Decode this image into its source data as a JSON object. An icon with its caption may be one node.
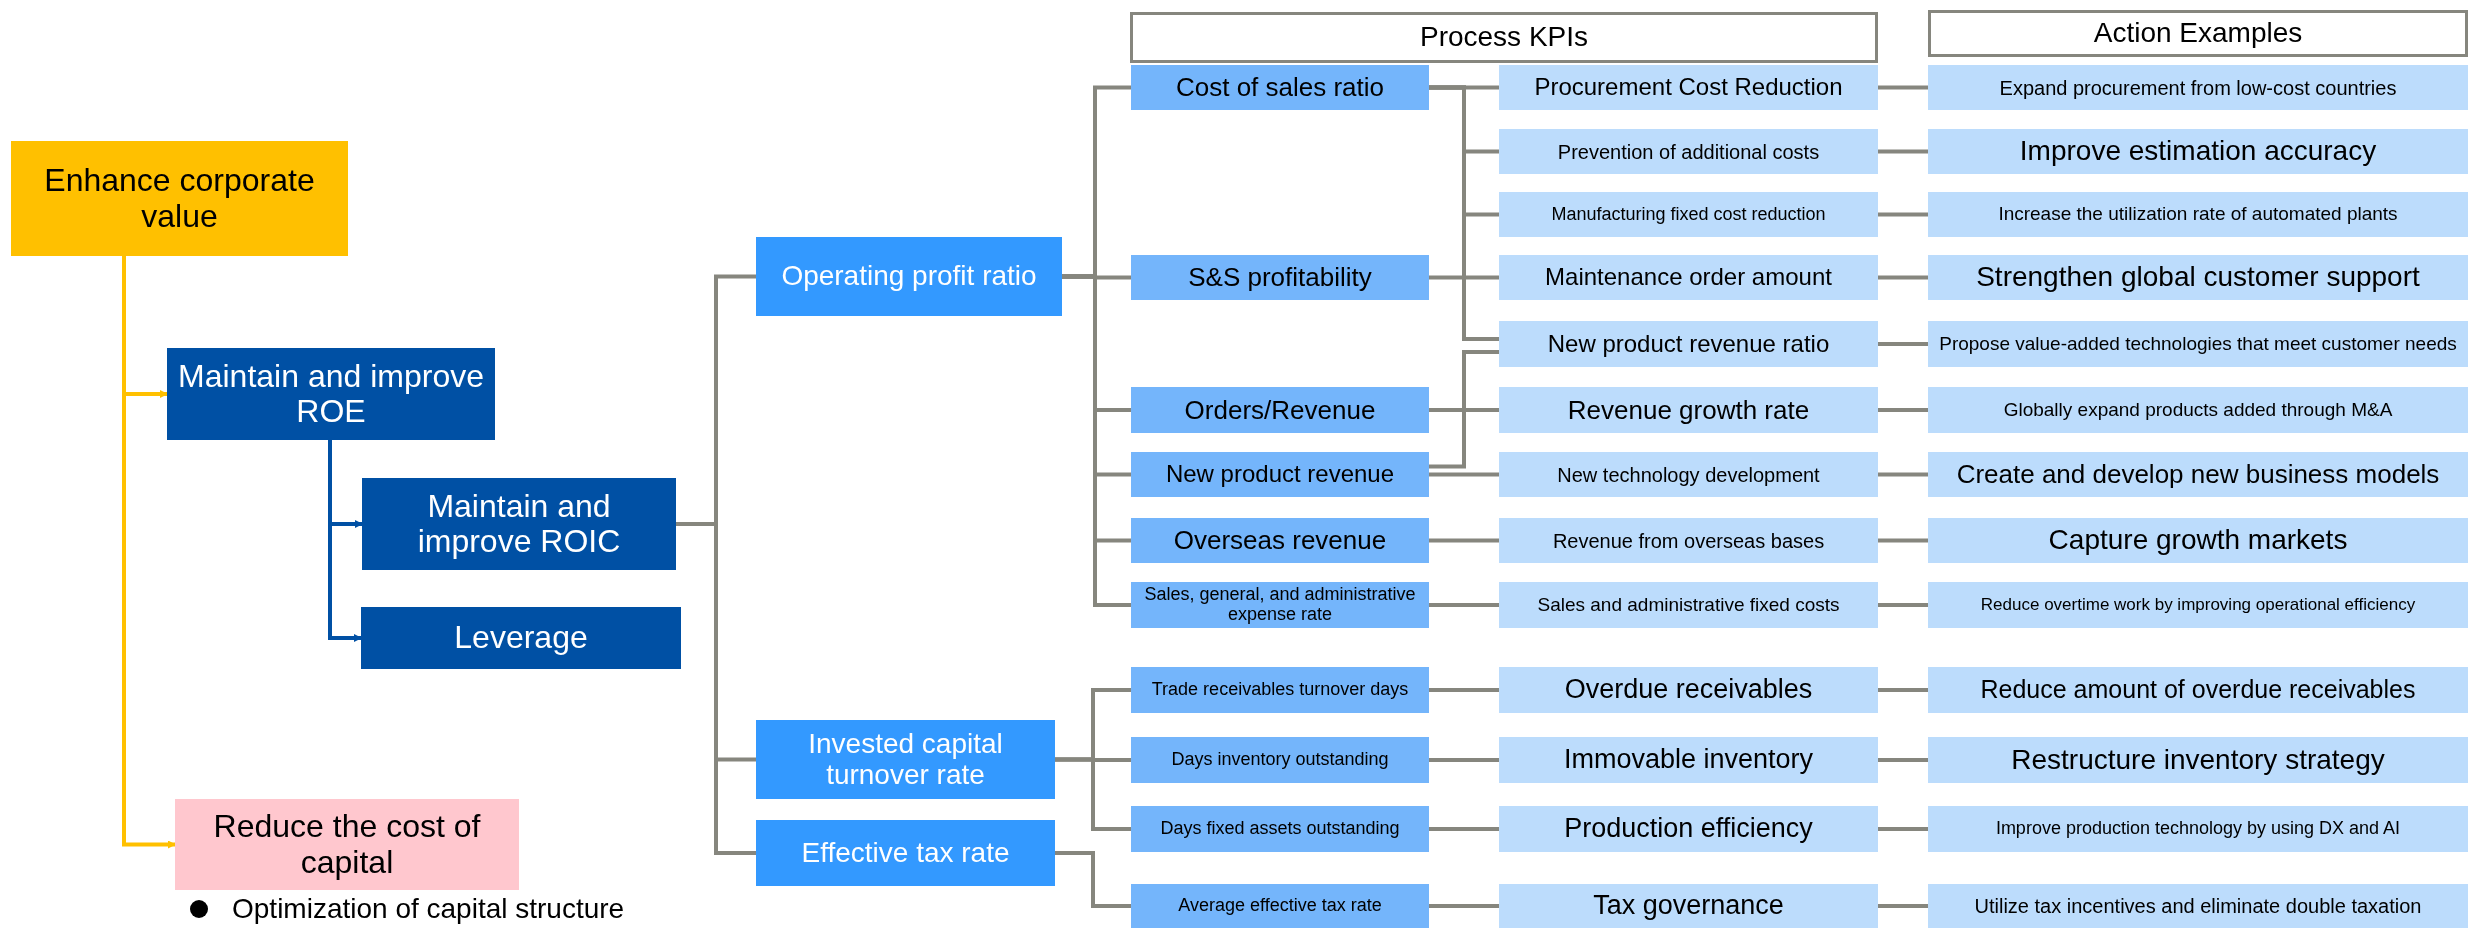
{
  "diagram": {
    "nodes": [
      {
        "text": [
          "Enhance corporate value"
        ]
      },
      {
        "text": [
          "Maintain and improve ROE"
        ]
      },
      {
        "text": [
          "Maintain and improve ROIC"
        ]
      },
      {
        "text": [
          "Leverage"
        ]
      },
      {
        "text": [
          "Reduce the cost of capital"
        ]
      },
      {
        "text": [
          "Operating profit ratio"
        ]
      },
      {
        "text": [
          "Invested capital turnover rate"
        ]
      },
      {
        "text": [
          "Effective tax rate"
        ]
      },
      {
        "text": [
          "Process KPIs"
        ]
      },
      {
        "text": [
          "Action Examples"
        ]
      },
      {
        "text": [
          "Cost of sales ratio"
        ]
      },
      {
        "text": [
          "S&S profitability"
        ]
      },
      {
        "text": [
          "Orders/Revenue"
        ]
      },
      {
        "text": [
          "New product revenue"
        ]
      },
      {
        "text": [
          "Overseas revenue"
        ]
      },
      {
        "text": [
          "Sales, general, and administrative expense rate"
        ]
      },
      {
        "text": [
          "Trade receivables turnover days"
        ]
      },
      {
        "text": [
          "Days inventory outstanding"
        ]
      },
      {
        "text": [
          "Days fixed assets outstanding"
        ]
      },
      {
        "text": [
          "Average effective tax rate"
        ]
      },
      {
        "text": [
          "Procurement Cost Reduction"
        ]
      },
      {
        "text": [
          "Prevention of additional costs"
        ]
      },
      {
        "text": [
          "Manufacturing fixed cost reduction"
        ]
      },
      {
        "text": [
          "Maintenance order amount"
        ]
      },
      {
        "text": [
          "New product revenue ratio"
        ]
      },
      {
        "text": [
          "Revenue growth rate"
        ]
      },
      {
        "text": [
          "New technology development"
        ]
      },
      {
        "text": [
          "Revenue from overseas bases"
        ]
      },
      {
        "text": [
          "Sales and administrative fixed costs"
        ]
      },
      {
        "text": [
          "Overdue receivables"
        ]
      },
      {
        "text": [
          "Immovable inventory"
        ]
      },
      {
        "text": [
          "Production efficiency"
        ]
      },
      {
        "text": [
          "Tax governance"
        ]
      },
      {
        "text": [
          "Expand procurement from low-cost countries"
        ]
      },
      {
        "text": [
          "Improve estimation accuracy"
        ]
      },
      {
        "text": [
          "Increase the utilization rate of automated plants"
        ]
      },
      {
        "text": [
          "Strengthen global customer support"
        ]
      },
      {
        "text": [
          "Propose value-added technologies that meet customer needs"
        ]
      },
      {
        "text": [
          "Globally expand products added through M&A"
        ]
      },
      {
        "text": [
          "Create and develop new business models"
        ]
      },
      {
        "text": [
          "Capture growth markets"
        ]
      },
      {
        "text": [
          "Reduce overtime work by improving operational efficiency"
        ]
      },
      {
        "text": [
          "Reduce amount of overdue receivables"
        ]
      },
      {
        "text": [
          "Restructure inventory strategy"
        ]
      },
      {
        "text": [
          "Improve production technology by using DX and AI"
        ]
      },
      {
        "text": [
          "Utilize tax incentives and eliminate double taxation"
        ]
      }
    ],
    "edges": [
      {
        "from": 0,
        "to": 1,
        "arrow": "to",
        "color": "#ffc000"
      },
      {
        "from": 0,
        "to": 4,
        "arrow": "to",
        "color": "#ffc000"
      },
      {
        "from": 1,
        "to": 2,
        "arrow": "to",
        "color": "#0050a4"
      },
      {
        "from": 1,
        "to": 3,
        "arrow": "to",
        "color": "#0050a4"
      },
      {
        "from": 2,
        "to": 5,
        "arrow": "none"
      },
      {
        "from": 2,
        "to": 6,
        "arrow": "none"
      },
      {
        "from": 2,
        "to": 7,
        "arrow": "none"
      },
      {
        "from": 5,
        "to": 10,
        "arrow": "none"
      },
      {
        "from": 5,
        "to": 11,
        "arrow": "none"
      },
      {
        "from": 5,
        "to": 12,
        "arrow": "none"
      },
      {
        "from": 5,
        "to": 13,
        "arrow": "none"
      },
      {
        "from": 5,
        "to": 14,
        "arrow": "none"
      },
      {
        "from": 5,
        "to": 15,
        "arrow": "none"
      },
      {
        "from": 6,
        "to": 16,
        "arrow": "none"
      },
      {
        "from": 6,
        "to": 17,
        "arrow": "none"
      },
      {
        "from": 6,
        "to": 18,
        "arrow": "none"
      },
      {
        "from": 7,
        "to": 19,
        "arrow": "none"
      },
      {
        "from": 10,
        "to": 20,
        "arrow": "none"
      },
      {
        "from": 10,
        "to": 21,
        "arrow": "none"
      },
      {
        "from": 10,
        "to": 22,
        "arrow": "none"
      },
      {
        "from": 10,
        "to": 24,
        "arrow": "none"
      },
      {
        "from": 11,
        "to": 23,
        "arrow": "none"
      },
      {
        "from": 12,
        "to": 25,
        "arrow": "none"
      },
      {
        "from": 13,
        "to": 24,
        "arrow": "none"
      },
      {
        "from": 13,
        "to": 26,
        "arrow": "none"
      },
      {
        "from": 14,
        "to": 27,
        "arrow": "none"
      },
      {
        "from": 15,
        "to": 28,
        "arrow": "none"
      },
      {
        "from": 16,
        "to": 29,
        "arrow": "none"
      },
      {
        "from": 17,
        "to": 30,
        "arrow": "none"
      },
      {
        "from": 18,
        "to": 31,
        "arrow": "none"
      },
      {
        "from": 19,
        "to": 32,
        "arrow": "none"
      },
      {
        "from": 20,
        "to": 33,
        "arrow": "none"
      },
      {
        "from": 21,
        "to": 34,
        "arrow": "none"
      },
      {
        "from": 22,
        "to": 35,
        "arrow": "none"
      },
      {
        "from": 23,
        "to": 36,
        "arrow": "none"
      },
      {
        "from": 24,
        "to": 37,
        "arrow": "none"
      },
      {
        "from": 25,
        "to": 38,
        "arrow": "none"
      },
      {
        "from": 26,
        "to": 39,
        "arrow": "none"
      },
      {
        "from": 27,
        "to": 40,
        "arrow": "none"
      },
      {
        "from": 28,
        "to": 41,
        "arrow": "none"
      },
      {
        "from": 29,
        "to": 42,
        "arrow": "none"
      },
      {
        "from": 30,
        "to": 43,
        "arrow": "none"
      },
      {
        "from": 31,
        "to": 44,
        "arrow": "none"
      },
      {
        "from": 32,
        "to": 45,
        "arrow": "none"
      }
    ],
    "labels": [
      "Optimization of capital structure"
    ]
  }
}
